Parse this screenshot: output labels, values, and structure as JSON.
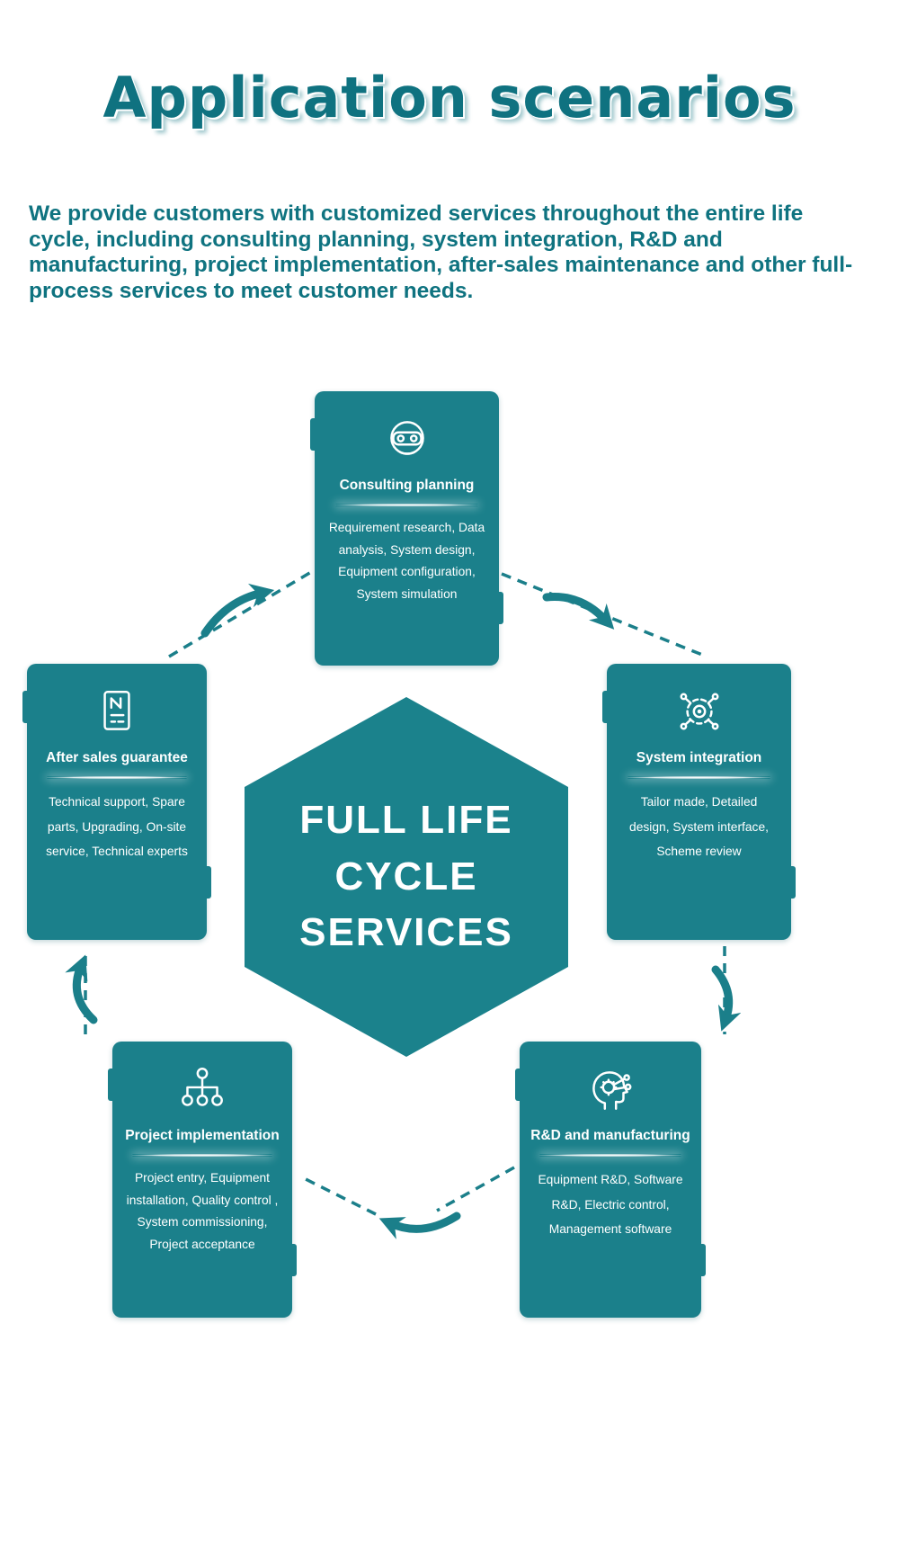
{
  "header": {
    "title": "Application scenarios"
  },
  "intro": {
    "text": "We provide customers with customized services throughout the entire life cycle, including consulting planning, system integration, R&D and manufacturing, project implementation, after-sales maintenance and other full-process services to meet customer needs."
  },
  "center": {
    "lines": [
      "FULL LIFE",
      "CYCLE",
      "SERVICES"
    ]
  },
  "cards": [
    {
      "title": "Consulting planning",
      "icon": "vr-headset-icon",
      "desc": "Requirement research, Data analysis, System design, Equipment configuration, System simulation"
    },
    {
      "title": "System integration",
      "icon": "integration-icon",
      "desc": "Tailor made, Detailed design, System interface, Scheme review"
    },
    {
      "title": "After sales guarantee",
      "icon": "document-icon",
      "desc": "Technical support, Spare parts, Upgrading, On-site service, Technical experts"
    },
    {
      "title": "Project implementation",
      "icon": "org-chart-icon",
      "desc": "Project entry, Equipment installation, Quality control , System commissioning, Project acceptance"
    },
    {
      "title": "R&D and manufacturing",
      "icon": "head-circuit-icon",
      "desc": "Equipment R&D, Software R&D, Electric control, Management software"
    }
  ],
  "colors": {
    "teal": "#1b808b",
    "heading": "#0f7280",
    "intro_text": "#0f7380",
    "background": "#ffffff"
  }
}
